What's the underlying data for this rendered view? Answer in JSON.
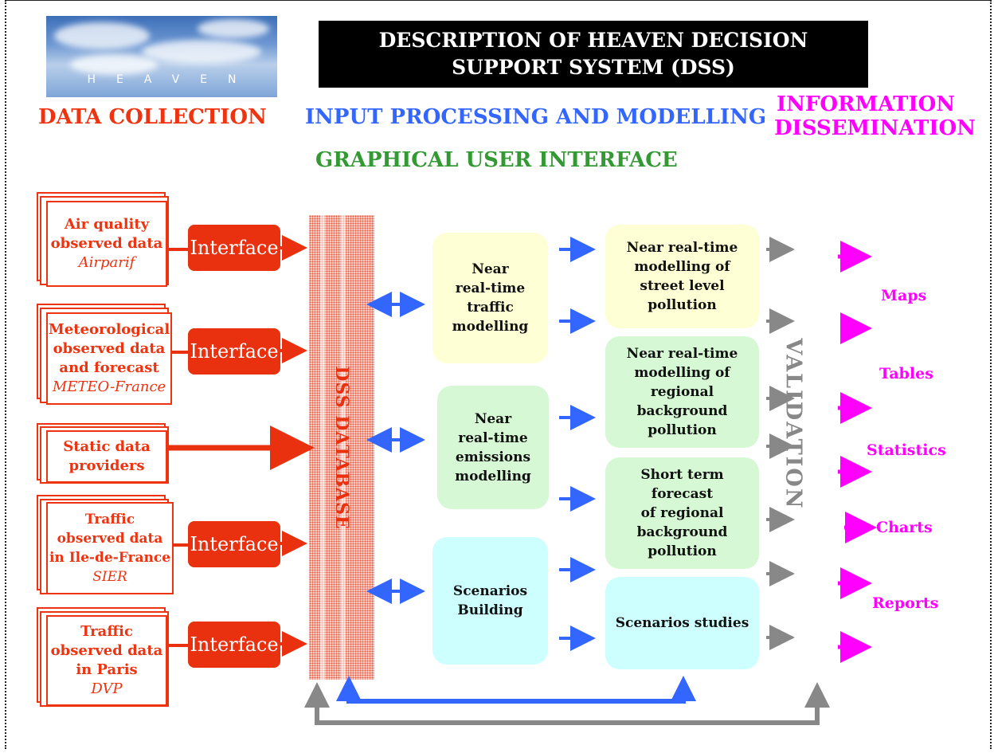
{
  "logo": {
    "text": "HEAVEN"
  },
  "title": {
    "line1": "DESCRIPTION OF HEAVEN DECISION",
    "line2": "SUPPORT SYSTEM (DSS)"
  },
  "sections": {
    "data_collection": "DATA COLLECTION",
    "input_processing": "INPUT PROCESSING AND MODELLING",
    "info_line1": "INFORMATION",
    "info_line2": "DISSEMINATION",
    "gui": "GRAPHICAL USER INTERFACE"
  },
  "colors": {
    "red": "#e9300f",
    "blue": "#3366ff",
    "green": "#339933",
    "magenta": "#ff00ff",
    "grey": "#888888"
  },
  "sources": [
    {
      "line1": "Air quality",
      "line2": "observed data",
      "sub": "Airparif"
    },
    {
      "line1": "Meteorological",
      "line2": "observed data",
      "line3": "and forecast",
      "sub": "METEO-France"
    },
    {
      "line1": "Static data",
      "line2": "providers"
    },
    {
      "line1": "Traffic",
      "line2": "observed data",
      "line3": "in Ile-de-France",
      "sub": "SIER"
    },
    {
      "line1": "Traffic",
      "line2": "observed data",
      "line3": "in Paris",
      "sub": "DVP"
    }
  ],
  "interface_label": "Interface",
  "database_label": "DSS DATABASE",
  "models": {
    "traffic": [
      "Near",
      "real-time",
      "traffic",
      "modelling"
    ],
    "emissions": [
      "Near",
      "real-time",
      "emissions",
      "modelling"
    ],
    "scenarios": [
      "Scenarios",
      "Building"
    ]
  },
  "outputs_models": {
    "street": [
      "Near real-time",
      "modelling of",
      "street level",
      "pollution"
    ],
    "regional": [
      "Near real-time",
      "modelling of",
      "regional",
      "background",
      "pollution"
    ],
    "forecast": [
      "Short term",
      "forecast",
      "of regional",
      "background",
      "pollution"
    ],
    "studies": [
      "Scenarios studies"
    ]
  },
  "validation_label": "VALIDATION",
  "dissemination": [
    "Maps",
    "Tables",
    "Statistics",
    "Charts",
    "Reports"
  ]
}
